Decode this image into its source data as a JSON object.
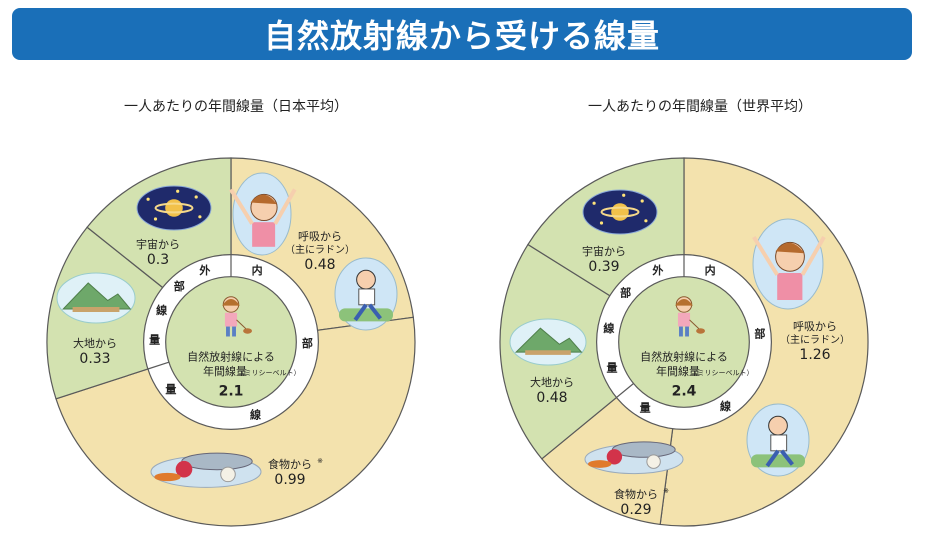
{
  "title": "自然放射線から受ける線量",
  "chart_data": [
    {
      "type": "pie",
      "subtitle": "一人あたりの年間線量（日本平均）",
      "center": {
        "line1": "自然放射線による",
        "line2_main": "年間線量",
        "line2_unit": "（ミリシーベルト）",
        "total": "2.1"
      },
      "ring_labels": {
        "outer_chars": [
          "外",
          "部",
          "線",
          "量"
        ],
        "inner_chars": [
          "内",
          "部",
          "線",
          "量"
        ]
      },
      "slices": [
        {
          "name": "呼吸から",
          "sub": "（主にラドン）",
          "value": 0.48,
          "value_label": "0.48",
          "group": "internal",
          "color": "#f3e2ad"
        },
        {
          "name": "食物から",
          "sub": "※",
          "value": 0.99,
          "value_label": "0.99",
          "group": "internal",
          "color": "#f3e2ad"
        },
        {
          "name": "大地から",
          "sub": "",
          "value": 0.33,
          "value_label": "0.33",
          "group": "external",
          "color": "#d3e2b0"
        },
        {
          "name": "宇宙から",
          "sub": "",
          "value": 0.3,
          "value_label": "0.3",
          "group": "external",
          "color": "#d3e2b0"
        }
      ]
    },
    {
      "type": "pie",
      "subtitle": "一人あたりの年間線量（世界平均）",
      "center": {
        "line1": "自然放射線による",
        "line2_main": "年間線量",
        "line2_unit": "（ミリシーベルト）",
        "total": "2.4"
      },
      "ring_labels": {
        "outer_chars": [
          "外",
          "部",
          "線",
          "量"
        ],
        "inner_chars": [
          "内",
          "部",
          "線",
          "量"
        ]
      },
      "slices": [
        {
          "name": "呼吸から",
          "sub": "（主にラドン）",
          "value": 1.26,
          "value_label": "1.26",
          "group": "internal",
          "color": "#f3e2ad"
        },
        {
          "name": "食物から",
          "sub": "※",
          "value": 0.29,
          "value_label": "0.29",
          "group": "internal",
          "color": "#f3e2ad"
        },
        {
          "name": "大地から",
          "sub": "",
          "value": 0.48,
          "value_label": "0.48",
          "group": "external",
          "color": "#d3e2b0"
        },
        {
          "name": "宇宙から",
          "sub": "",
          "value": 0.39,
          "value_label": "0.39",
          "group": "external",
          "color": "#d3e2b0"
        }
      ]
    }
  ],
  "colors": {
    "banner": "#1a6fb8",
    "internal": "#f3e2ad",
    "external": "#d3e2b0",
    "center": "#d3e2b0",
    "ring": "#ffffff",
    "stroke": "#5a5a5a"
  },
  "icons": {
    "cosmic": "saturn-icon",
    "breath": "person-stretching-icon",
    "running": "runner-icon",
    "ground": "mountain-icon",
    "food": "food-plate-icon",
    "center": "girl-walking-dog-icon"
  }
}
